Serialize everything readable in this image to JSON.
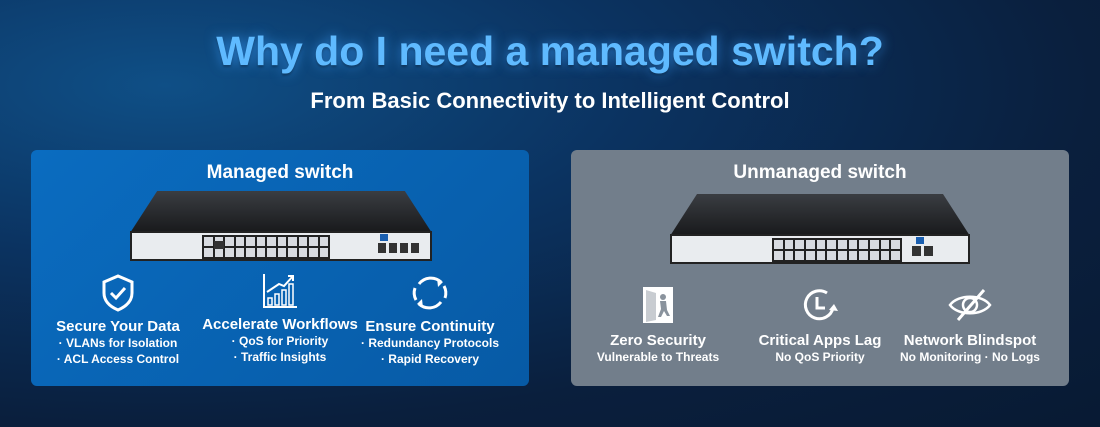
{
  "header": {
    "title": "Why do I need a managed switch?",
    "subtitle": "From Basic Connectivity to Intelligent Control"
  },
  "managed": {
    "title": "Managed switch",
    "features": [
      {
        "icon": "shield-check-icon",
        "title": "Secure Your Data",
        "lines": [
          "· VLANs for Isolation",
          "· ACL Access Control"
        ]
      },
      {
        "icon": "growth-chart-icon",
        "title": "Accelerate Workflows",
        "lines": [
          "· QoS for Priority",
          "· Traffic Insights"
        ]
      },
      {
        "icon": "refresh-cycle-icon",
        "title": "Ensure Continuity",
        "lines": [
          "· Redundancy Protocols",
          "· Rapid Recovery"
        ]
      }
    ]
  },
  "unmanaged": {
    "title": "Unmanaged switch",
    "features": [
      {
        "icon": "intruder-door-icon",
        "title": "Zero Security",
        "sub": "Vulnerable to Threats"
      },
      {
        "icon": "clock-lag-icon",
        "title": "Critical Apps Lag",
        "sub": "No QoS Priority"
      },
      {
        "icon": "eye-off-icon",
        "title": "Network Blindspot",
        "sub": "No Monitoring · No Logs"
      }
    ]
  }
}
